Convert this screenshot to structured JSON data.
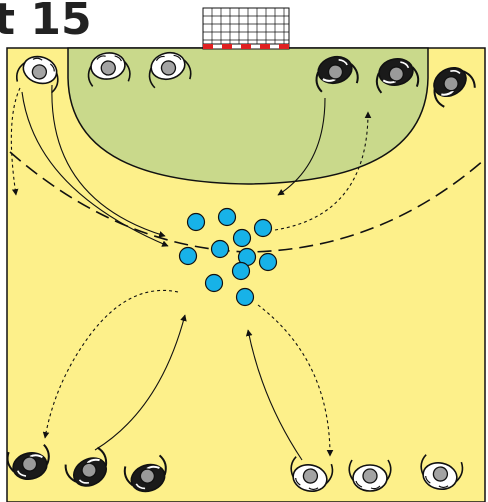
{
  "title": "t 15",
  "colors": {
    "court": "#fdf08a",
    "zone": "#c9d98b",
    "ball": "#17b2e8",
    "player_dark": "#1a1a1a",
    "player_light": "#ffffff",
    "player_gray": "#9a9a9a",
    "goal_red": "#e02020",
    "line": "#111111"
  },
  "goal": {
    "icon": "handball-goal-icon"
  },
  "players": [
    {
      "id": "top-left-1",
      "team": "light"
    },
    {
      "id": "top-left-2",
      "team": "light"
    },
    {
      "id": "top-left-3",
      "team": "light"
    },
    {
      "id": "top-right-1",
      "team": "dark"
    },
    {
      "id": "top-right-2",
      "team": "dark"
    },
    {
      "id": "top-right-3",
      "team": "dark"
    },
    {
      "id": "bottom-left-1",
      "team": "dark"
    },
    {
      "id": "bottom-left-2",
      "team": "dark"
    },
    {
      "id": "bottom-left-3",
      "team": "dark"
    },
    {
      "id": "bottom-right-1",
      "team": "light"
    },
    {
      "id": "bottom-right-2",
      "team": "light"
    },
    {
      "id": "bottom-right-3",
      "team": "light"
    }
  ],
  "balls": {
    "count": 11
  }
}
